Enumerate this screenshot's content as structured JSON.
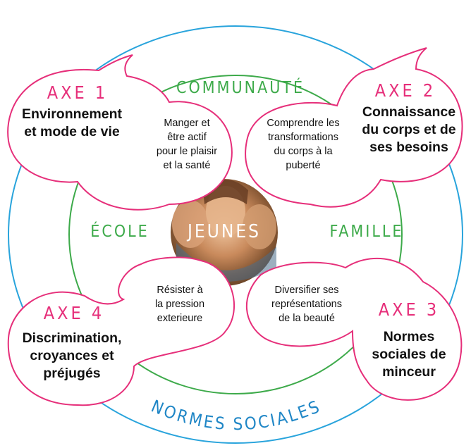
{
  "colors": {
    "outer_ring": "#29a4dc",
    "inner_ring": "#3daa4a",
    "bubble_border": "#e62f7a",
    "axe_title": "#e62f7a",
    "ring_label": "#3daa4a",
    "outer_label": "#1f86c6"
  },
  "center": {
    "label": "JEUNES",
    "image": "photo-of-smiling-youth"
  },
  "ring_labels": {
    "top": "COMMUNAUTÉ",
    "left": "ÉCOLE",
    "right": "FAMILLE",
    "bottom": "NORMES SOCIALES"
  },
  "axes": [
    {
      "title": "AXE 1",
      "name_lines": [
        "Environnement",
        "et mode de vie"
      ],
      "sub_lines": [
        "Manger et",
        "être actif",
        "pour le plaisir",
        "et la santé"
      ]
    },
    {
      "title": "AXE 2",
      "name_lines": [
        "Connaissance",
        "du corps et de",
        "ses besoins"
      ],
      "sub_lines": [
        "Comprendre les",
        "transformations",
        "du corps à la",
        "puberté"
      ]
    },
    {
      "title": "AXE 3",
      "name_lines": [
        "Normes",
        "sociales de",
        "minceur"
      ],
      "sub_lines": [
        "Diversifier ses",
        "représentations",
        "de la beauté"
      ]
    },
    {
      "title": "AXE 4",
      "name_lines": [
        "Discrimination,",
        "croyances et",
        "préjugés"
      ],
      "sub_lines": [
        "Résister à",
        "la pression",
        "exterieure"
      ]
    }
  ]
}
